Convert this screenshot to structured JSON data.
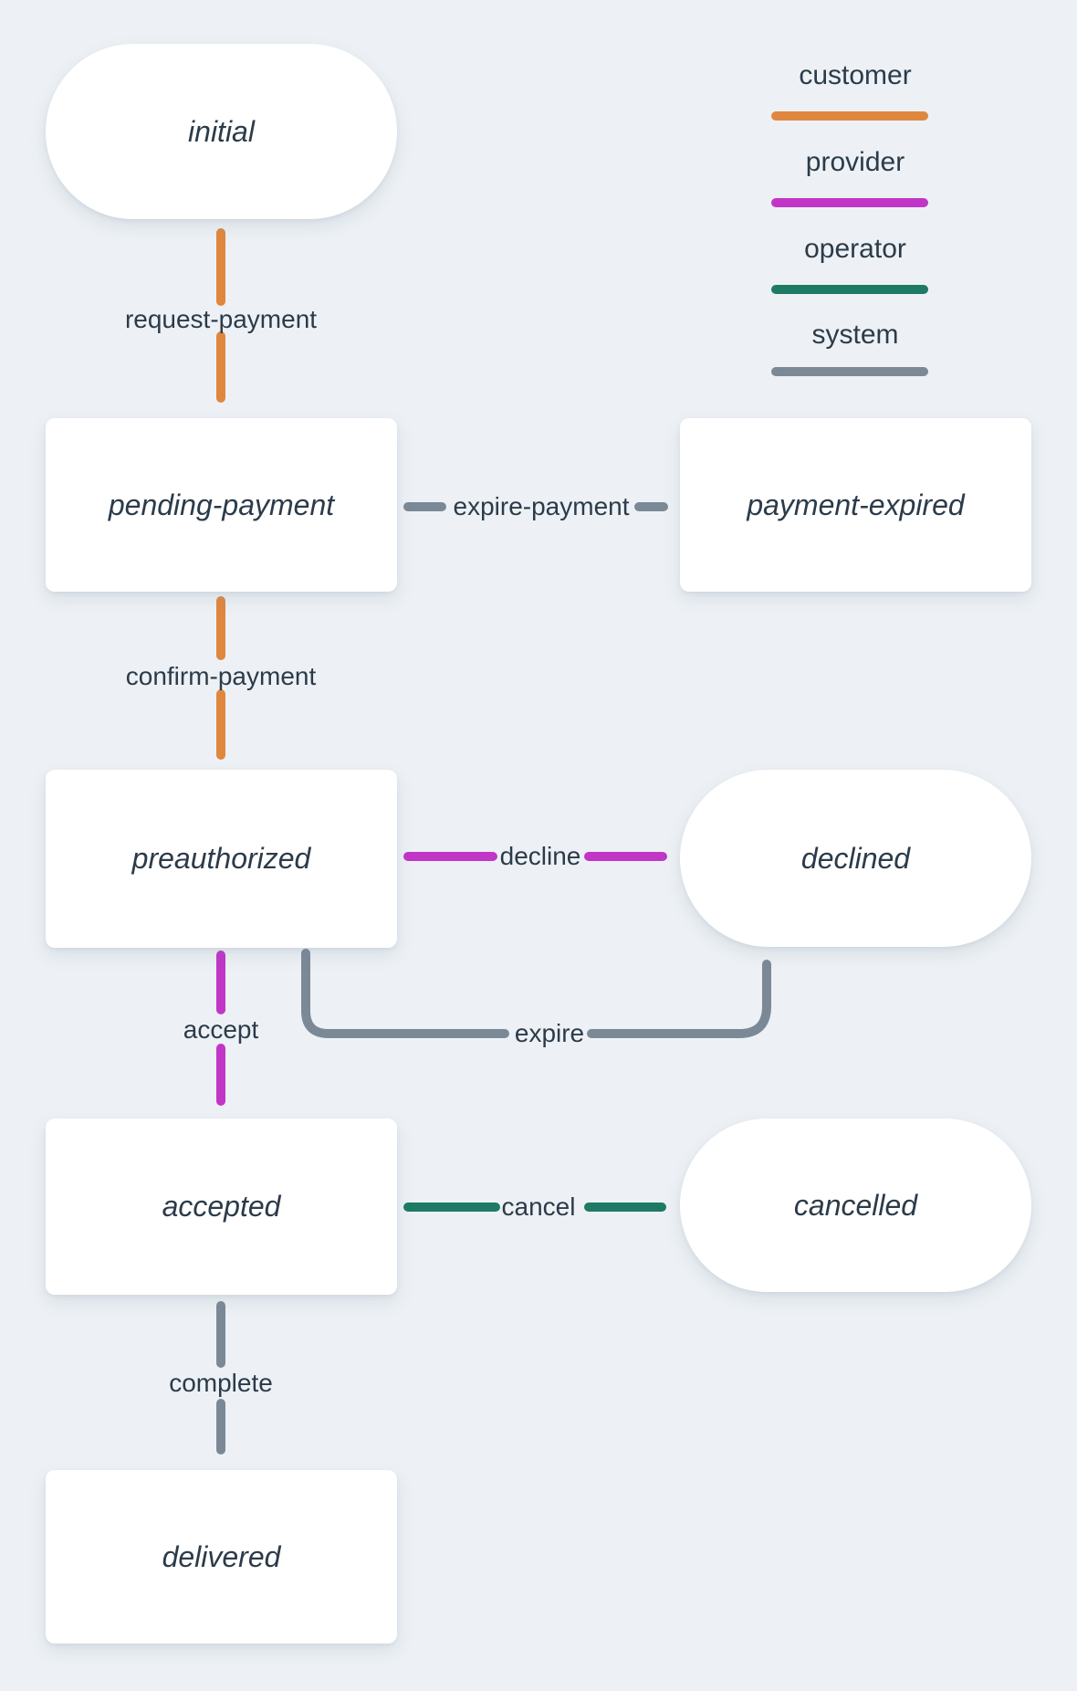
{
  "colors": {
    "background": "#edf1f5",
    "node_fill": "#ffffff",
    "text": "#2c3b49",
    "customer": "#e0873f",
    "provider": "#c136c6",
    "operator": "#1e7a64",
    "system": "#7b8997"
  },
  "legend": {
    "items": [
      {
        "label": "customer",
        "role": "customer"
      },
      {
        "label": "provider",
        "role": "provider"
      },
      {
        "label": "operator",
        "role": "operator"
      },
      {
        "label": "system",
        "role": "system"
      }
    ]
  },
  "nodes": [
    {
      "id": "initial",
      "label": "initial",
      "shape": "pill"
    },
    {
      "id": "pending-payment",
      "label": "pending-payment",
      "shape": "rect"
    },
    {
      "id": "payment-expired",
      "label": "payment-expired",
      "shape": "rect"
    },
    {
      "id": "preauthorized",
      "label": "preauthorized",
      "shape": "rect"
    },
    {
      "id": "declined",
      "label": "declined",
      "shape": "pill"
    },
    {
      "id": "accepted",
      "label": "accepted",
      "shape": "rect"
    },
    {
      "id": "cancelled",
      "label": "cancelled",
      "shape": "pill"
    },
    {
      "id": "delivered",
      "label": "delivered",
      "shape": "rect"
    }
  ],
  "transitions": [
    {
      "label": "request-payment",
      "actor": "customer",
      "from": "initial",
      "to": "pending-payment"
    },
    {
      "label": "expire-payment",
      "actor": "system",
      "from": "pending-payment",
      "to": "payment-expired"
    },
    {
      "label": "confirm-payment",
      "actor": "customer",
      "from": "pending-payment",
      "to": "preauthorized"
    },
    {
      "label": "decline",
      "actor": "provider",
      "from": "preauthorized",
      "to": "declined"
    },
    {
      "label": "expire",
      "actor": "system",
      "from": "preauthorized",
      "to": "declined"
    },
    {
      "label": "accept",
      "actor": "provider",
      "from": "preauthorized",
      "to": "accepted"
    },
    {
      "label": "cancel",
      "actor": "operator",
      "from": "accepted",
      "to": "cancelled"
    },
    {
      "label": "complete",
      "actor": "system",
      "from": "accepted",
      "to": "delivered"
    }
  ]
}
